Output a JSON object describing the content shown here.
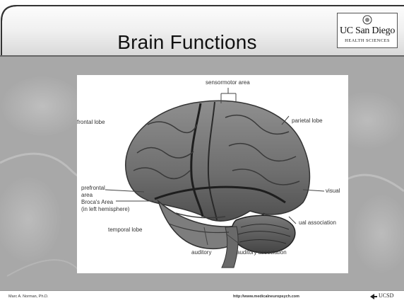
{
  "slide": {
    "title": "Brain Functions",
    "logo": {
      "name": "UC San Diego",
      "subtitle": "HEALTH SCIENCES"
    },
    "footer": {
      "author": "Marc A. Norman, Ph.D.",
      "url": "http://www.medicalneuropsych.com",
      "mark": "UCSD"
    }
  },
  "figure": {
    "labels": {
      "sensorimotor": "sensormotor area",
      "frontal": "frontal lobe",
      "parietal": "parietal lobe",
      "prefrontal_1": "prefrontal",
      "prefrontal_2": "area",
      "broca_1": "Broca's Area",
      "broca_2": "(in left hemisphere)",
      "visual": "visual",
      "temporal": "temporal lobe",
      "visual_assoc": "ual association",
      "auditory": "auditory",
      "auditory_assoc": "auditory association"
    }
  },
  "colors": {
    "body_bg": "#a9a9a9",
    "frame": "#333333",
    "header_rule": "#666666"
  },
  "icons": [
    "ucsd-seal-icon",
    "ucsd-arrow-icon"
  ]
}
